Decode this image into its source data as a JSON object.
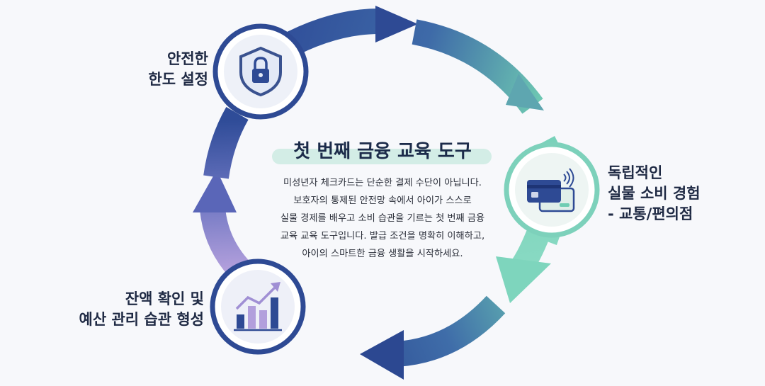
{
  "center": {
    "title": "첫 번째 금융 교육 도구",
    "body_lines": [
      "미성년자 체크카드는 단순한 결제 수단이 아닙니다.",
      "보호자의 통제된 안전망 속에서 아이가 스스로",
      "실물 경제를 배우고 소비 습관을 기르는 첫 번째 금융",
      "교육 교육 도구입니다. 발급 조건을 명확히 이해하고,",
      "아이의 스마트한 금융 생활을 시작하세요."
    ]
  },
  "nodes": [
    {
      "id": "limit",
      "icon": "shield-lock-icon",
      "label_lines": [
        "안전한",
        "한도 설정"
      ]
    },
    {
      "id": "spending",
      "icon": "credit-card-contactless-icon",
      "label_lines": [
        "독립적인",
        "실물 소비 경험",
        "- 교통/편의점"
      ]
    },
    {
      "id": "budget",
      "icon": "bar-chart-growth-icon",
      "label_lines": [
        "잔액 확인 및",
        "예산 관리 습관 형성"
      ]
    }
  ],
  "colors": {
    "navy": "#2f4d99",
    "teal": "#6fcdb3",
    "lavender": "#a79ad8",
    "node_ring": "#2e4a94",
    "title_highlight": "#d3ede6"
  }
}
